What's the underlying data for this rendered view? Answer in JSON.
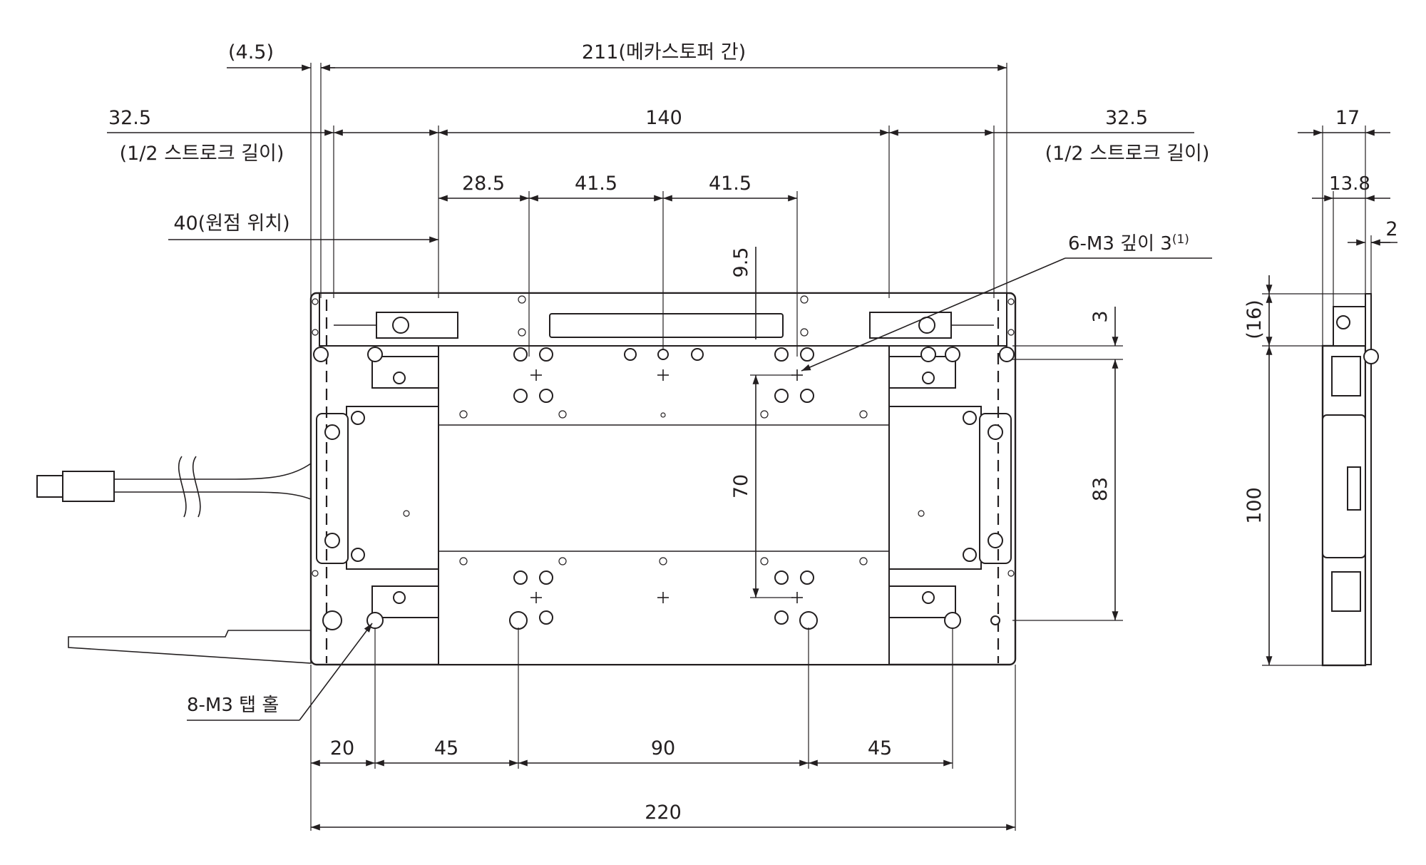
{
  "drawing": {
    "top_dims": {
      "offset": "(4.5)",
      "mechastop": "211(메카스토퍼 간)",
      "half_stroke_left_value": "32.5",
      "half_stroke_left_note": "(1/2 스트로크 길이)",
      "center": "140",
      "half_stroke_right_value": "32.5",
      "half_stroke_right_note": "(1/2 스트로크 길이)",
      "pitch_a": "28.5",
      "pitch_b": "41.5",
      "pitch_c": "41.5",
      "origin": "40(원점 위치)"
    },
    "callouts": {
      "m3_depth": "6-M3 깊이 3",
      "m3_depth_footnote": "(1)",
      "tap_holes": "8-M3 탭 홀"
    },
    "vertical_dims": {
      "d95": "9.5",
      "d70": "70",
      "d3": "3",
      "d83": "83"
    },
    "bottom_dims": {
      "b20": "20",
      "b45_left": "45",
      "b90": "90",
      "b45_right": "45",
      "total": "220"
    },
    "side_view": {
      "s17": "17",
      "s138": "13.8",
      "s2": "2",
      "s16": "(16)",
      "s100": "100"
    }
  }
}
